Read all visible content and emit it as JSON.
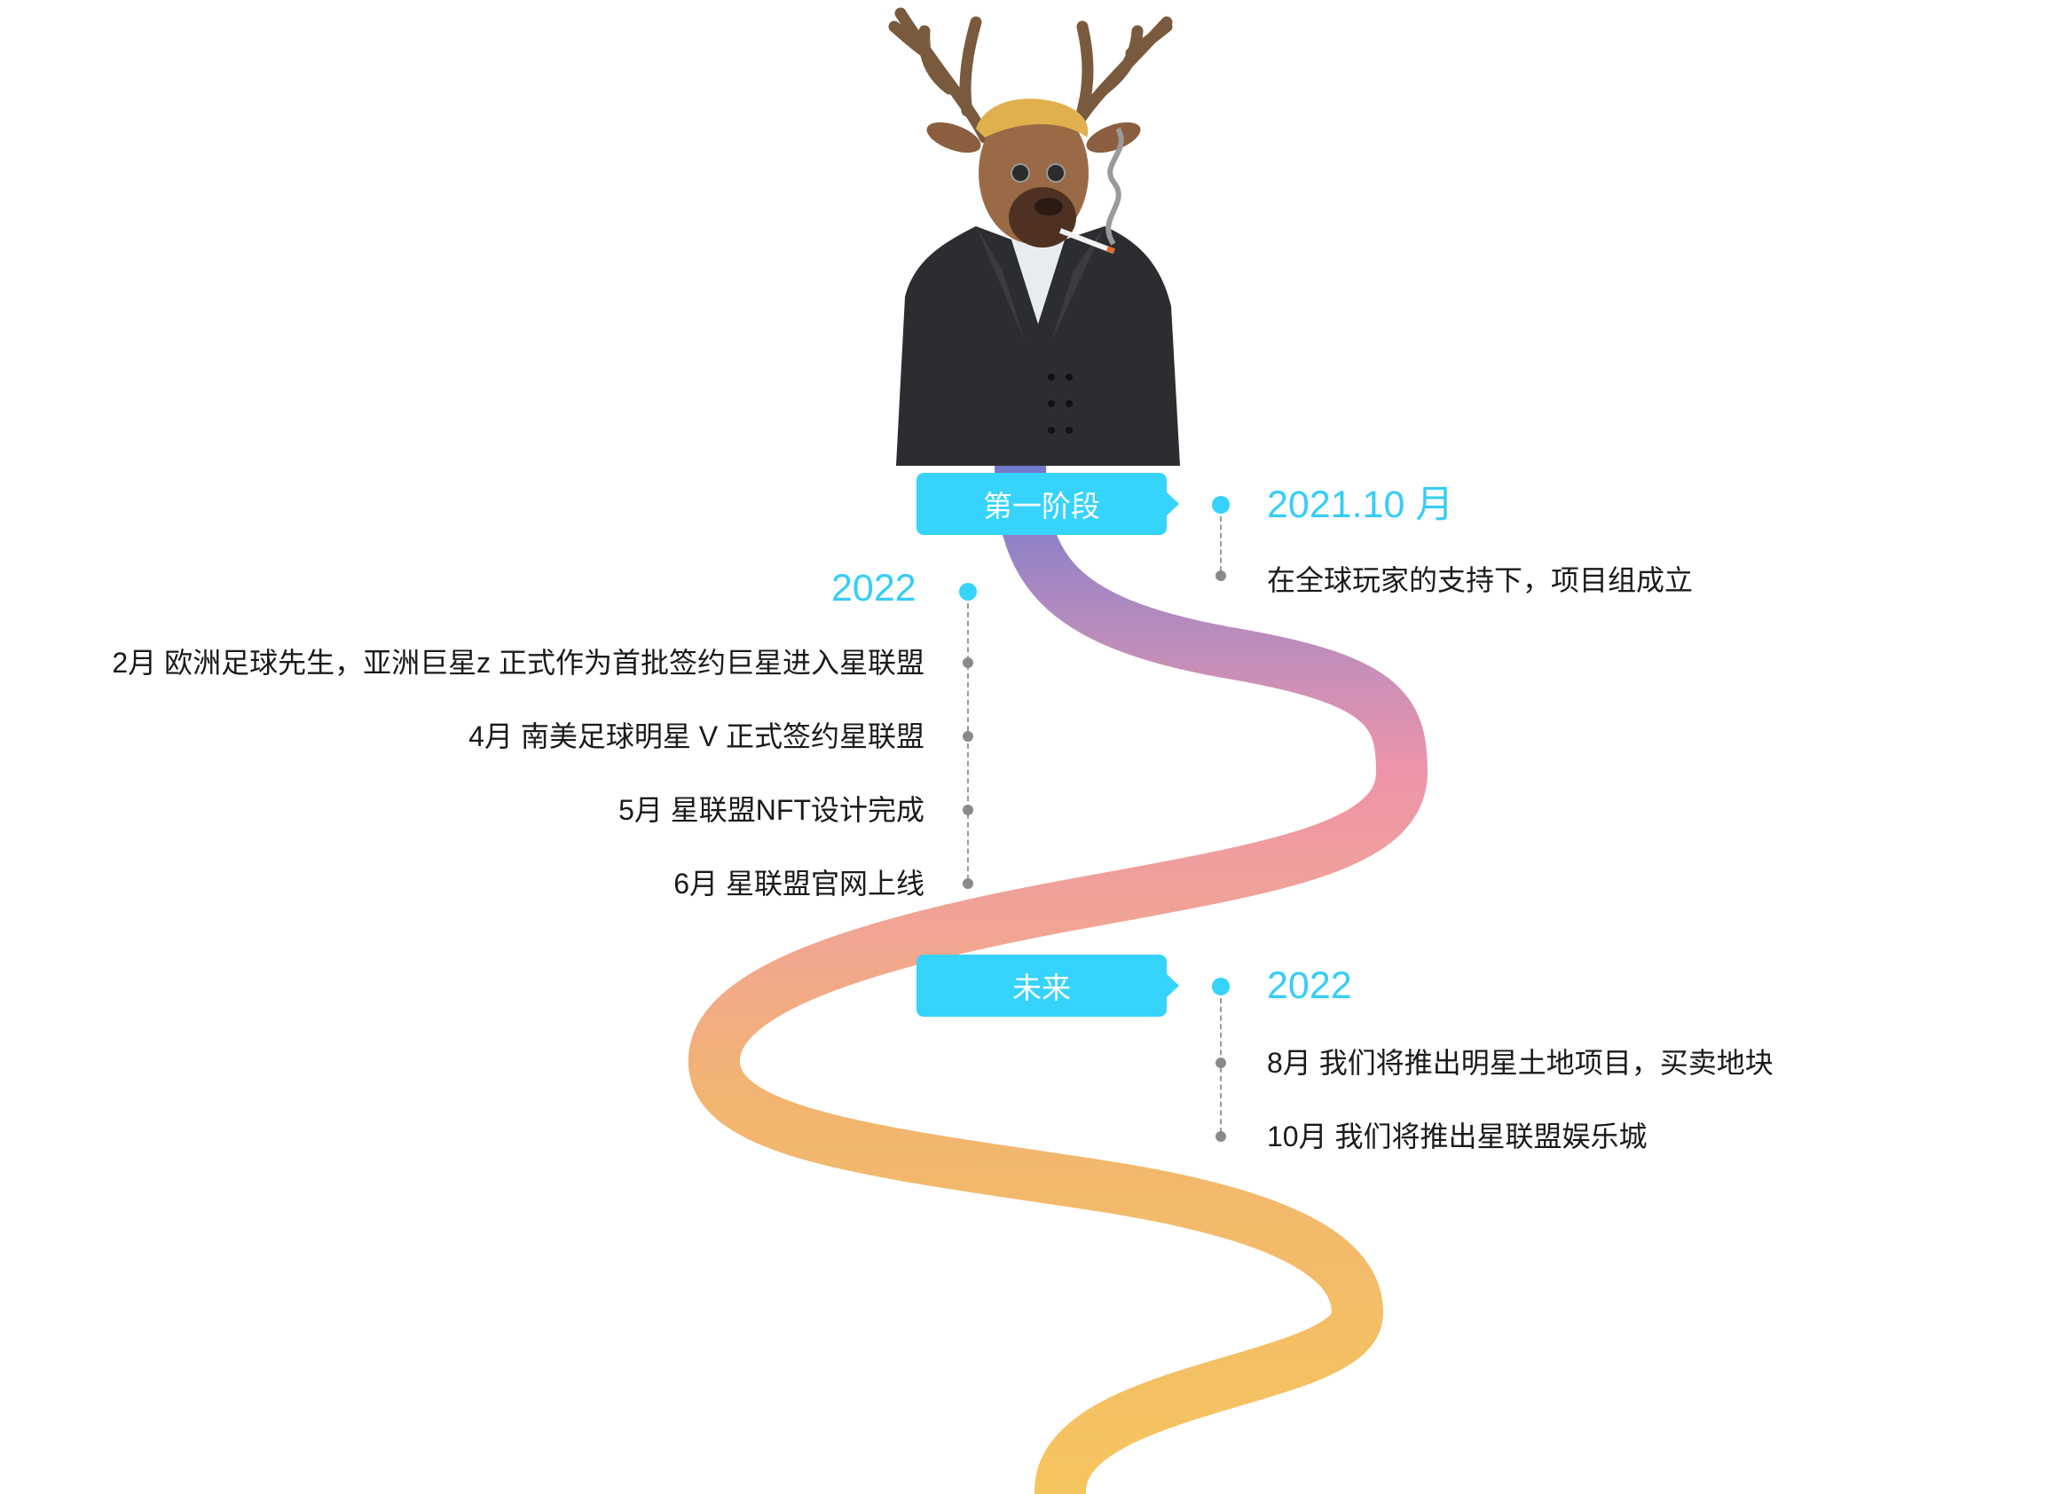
{
  "colors": {
    "accent": "#36D3FC",
    "year_text": "#36CDF8",
    "road_gradient": [
      "#6F78CC",
      "#B38BBF",
      "#EE95AA",
      "#F1A494",
      "#F2B570",
      "#F5C55E"
    ]
  },
  "header": {
    "icon": "deer-in-suit-avatar-icon"
  },
  "stage1": {
    "tag": "第一阶段",
    "right": {
      "year": "2021.10 月",
      "items": [
        "在全球玩家的支持下，项目组成立"
      ]
    },
    "left": {
      "year": "2022",
      "items": [
        "2月 欧洲足球先生，亚洲巨星z 正式作为首批签约巨星进入星联盟",
        "4月 南美足球明星 V 正式签约星联盟",
        "5月 星联盟NFT设计完成",
        "6月 星联盟官网上线"
      ]
    }
  },
  "stage2": {
    "tag": "未来",
    "right": {
      "year": "2022",
      "items": [
        "8月 我们将推出明星土地项目，买卖地块",
        "10月 我们将推出星联盟娱乐城"
      ]
    }
  }
}
